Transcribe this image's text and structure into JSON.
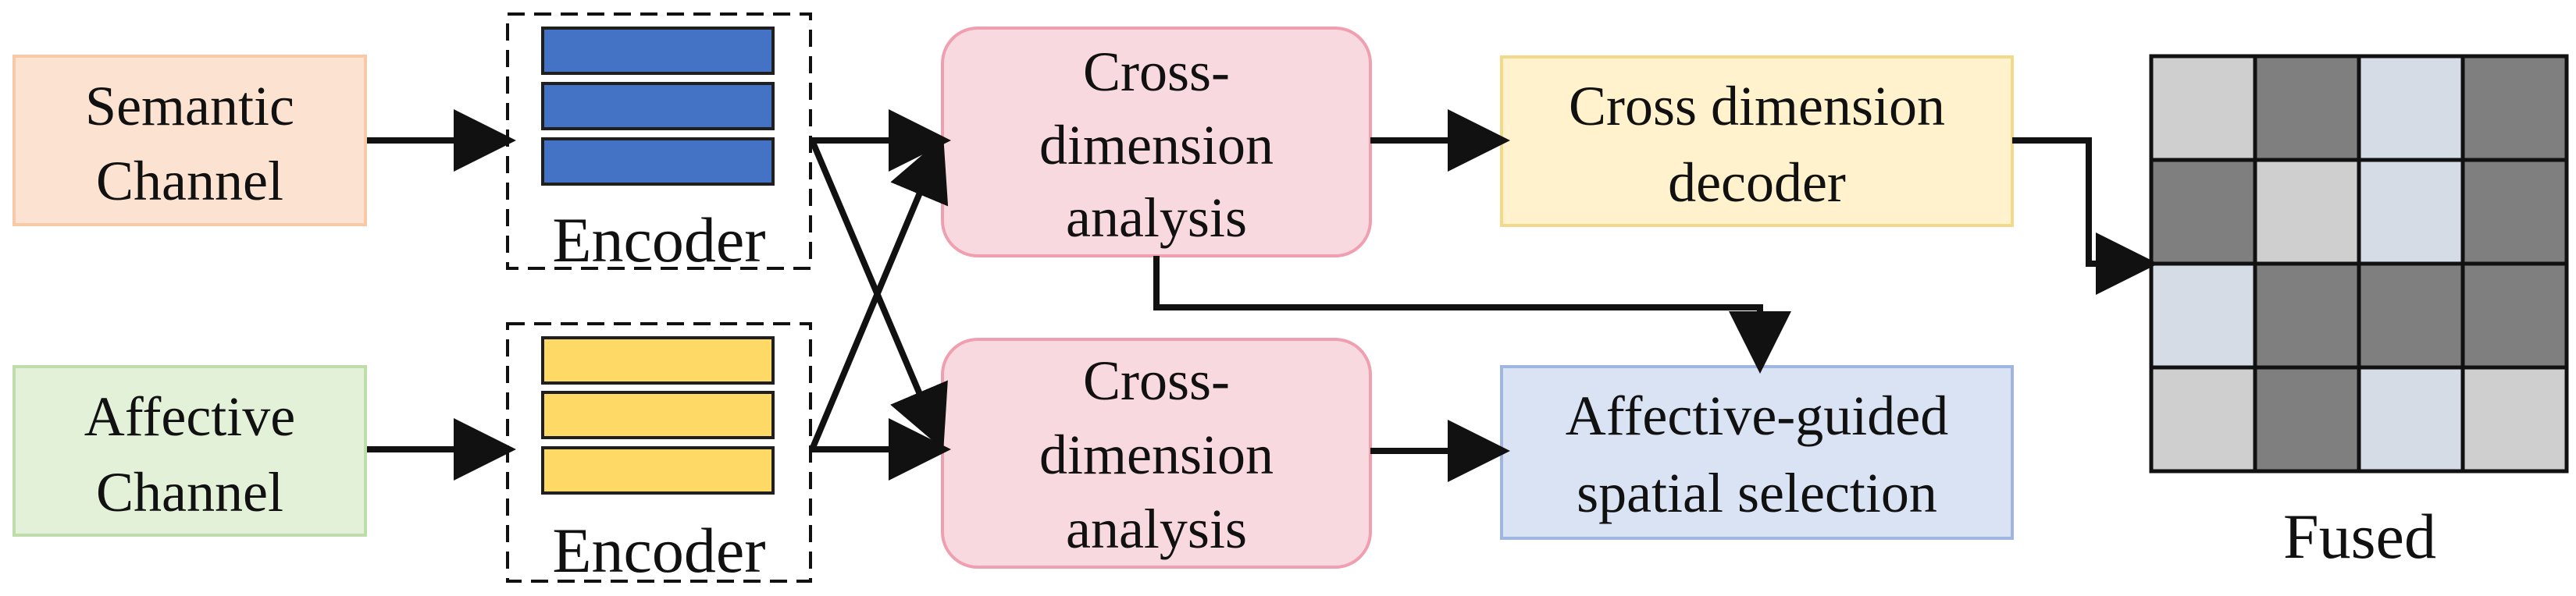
{
  "inputs": {
    "semantic": {
      "line1": "Semantic",
      "line2": "Channel",
      "fill": "#FCE3D1",
      "stroke": "#F7C9A7"
    },
    "affective": {
      "line1": "Affective",
      "line2": "Channel",
      "fill": "#E4F1D9",
      "stroke": "#BFDDAA"
    }
  },
  "encoders": {
    "top": {
      "label": "Encoder",
      "bar_fill": "#4472C4"
    },
    "bottom": {
      "label": "Encoder",
      "bar_fill": "#FFD966"
    }
  },
  "analysis": {
    "top": {
      "line1": "Cross-",
      "line2": "dimension",
      "line3": "analysis"
    },
    "bottom": {
      "line1": "Cross-",
      "line2": "dimension",
      "line3": "analysis"
    },
    "fill": "#F9D9E0",
    "stroke": "#EF9FB0"
  },
  "decoder": {
    "line1": "Cross dimension",
    "line2": "decoder",
    "fill": "#FFF2CC",
    "stroke": "#F5D98A"
  },
  "selection": {
    "line1": "Affective-guided",
    "line2": "spatial selection",
    "fill": "#DAE3F3",
    "stroke": "#9FB7E0"
  },
  "fused": {
    "label": "Fused",
    "grid": [
      [
        "light",
        "dark",
        "blue",
        "dark"
      ],
      [
        "dark",
        "light",
        "blue",
        "dark"
      ],
      [
        "blue",
        "dark",
        "dark",
        "dark"
      ],
      [
        "light",
        "dark",
        "blue",
        "light"
      ]
    ],
    "colors": {
      "light": "#D0CFD0",
      "dark": "#7F7F7F",
      "blue": "#D6DCE5"
    }
  }
}
